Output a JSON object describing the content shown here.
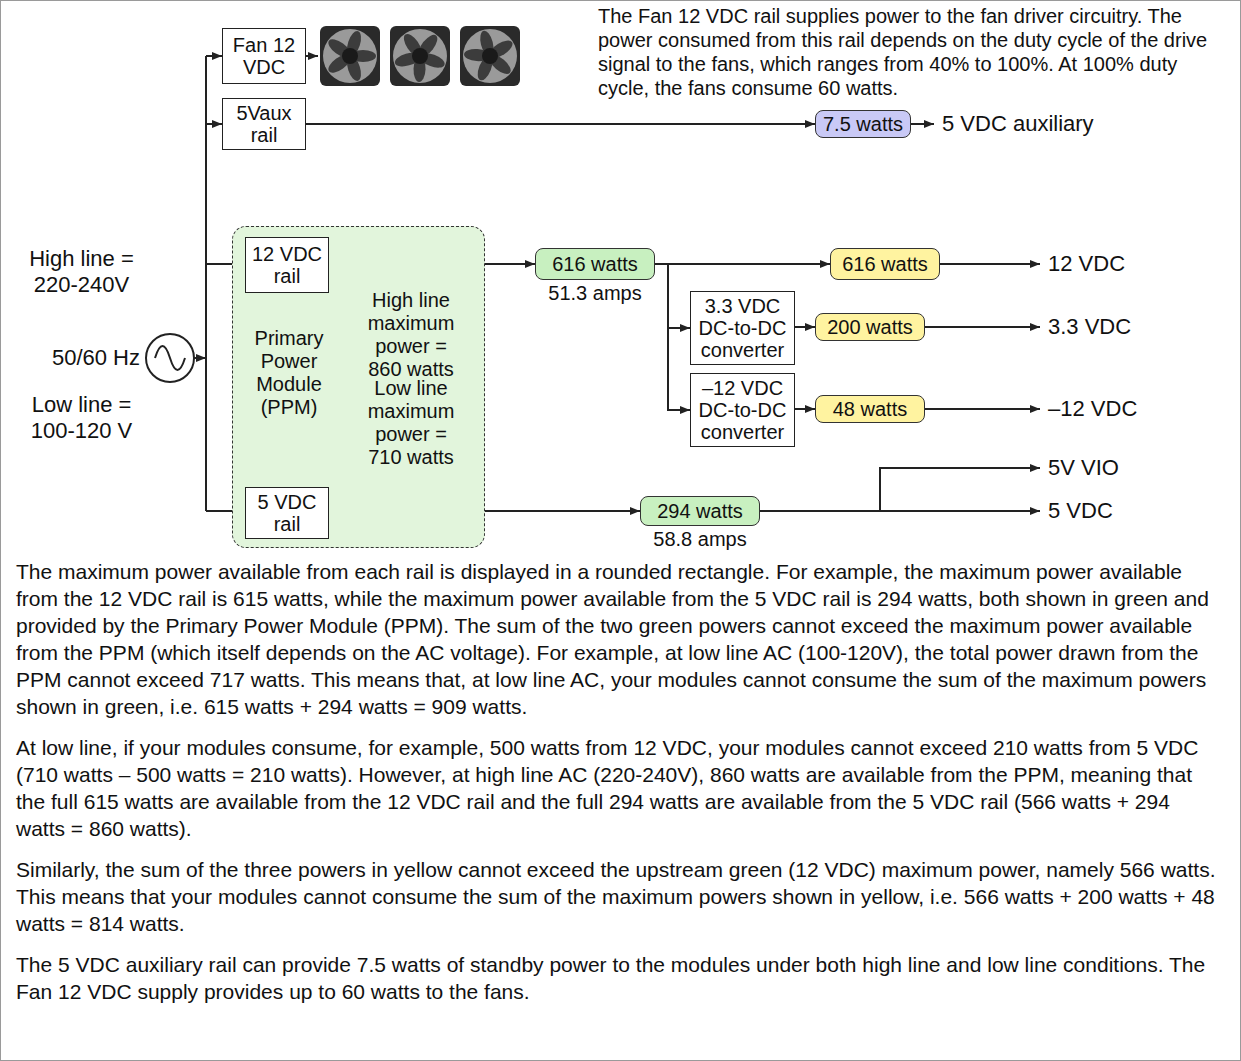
{
  "diagram": {
    "nodes": [
      {
        "text": [
          "Fan 12 VDC"
        ]
      },
      {
        "text": [
          "5Vaux rail"
        ]
      },
      {
        "text": [
          "7.5 watts"
        ]
      },
      {
        "text": [
          "Primary Power Module (PPM)",
          "High line maximum power = 860 watts",
          "Low line maximum power = 710 watts"
        ]
      },
      {
        "text": [
          "12 VDC rail"
        ],
        "in": 3
      },
      {
        "text": [
          "5 VDC rail"
        ],
        "in": 3
      },
      {
        "text": [
          "616 watts",
          "51.3 amps"
        ]
      },
      {
        "text": [
          "3.3 VDC DC-to-DC converter"
        ]
      },
      {
        "text": [
          "–12 VDC DC-to-DC converter"
        ]
      },
      {
        "text": [
          "616 watts"
        ]
      },
      {
        "text": [
          "200 watts"
        ]
      },
      {
        "text": [
          "48 watts"
        ]
      },
      {
        "text": [
          "294 watts",
          "58.8 amps"
        ]
      }
    ],
    "edges": [
      {
        "from": 1,
        "to": 2,
        "arrow": "to"
      },
      {
        "from": 4,
        "to": 6,
        "arrow": "to"
      },
      {
        "from": 6,
        "to": 9,
        "arrow": "to"
      },
      {
        "from": 6,
        "to": 7,
        "arrow": "to"
      },
      {
        "from": 6,
        "to": 8,
        "arrow": "to"
      },
      {
        "from": 7,
        "to": 10,
        "arrow": "to"
      },
      {
        "from": 8,
        "to": 11,
        "arrow": "to"
      },
      {
        "from": 5,
        "to": 12,
        "arrow": "to"
      }
    ],
    "labels": [
      "High line = 220-240V",
      "50/60 Hz",
      "Low line = 100-120 V",
      "The Fan 12 VDC rail supplies power to the fan driver circuitry. The power consumed from this rail depends on the duty cycle of the drive signal to the fans, which ranges from 40% to 100%. At 100% duty cycle, the fans consume 60 watts.",
      "5 VDC auxiliary",
      "12 VDC",
      "3.3 VDC",
      "–12 VDC",
      "5V VIO",
      "5 VDC",
      "The maximum power available from each rail is displayed in a rounded rectangle. For example, the maximum power available from the 12 VDC rail is 615 watts, while the maximum power available from the 5 VDC rail is 294 watts, both shown in green and provided by the Primary Power Module (PPM). The sum of the two green powers cannot exceed the maximum power available from the PPM (which itself depends on the AC voltage). For example, at low line AC (100-120V), the total power drawn from the PPM cannot exceed 717 watts. This means that, at low line AC, your modules cannot consume the sum of the maximum powers shown in green, i.e. 615 watts + 294 watts = 909 watts.",
      "At low line, if your modules consume, for example, 500 watts from 12 VDC, your modules cannot exceed 210 watts from 5 VDC (710 watts – 500 watts = 210 watts). However, at high line AC (220-240V), 860 watts are available from the PPM, meaning that the full 615 watts are available from the 12 VDC rail and the full 294 watts are available from the 5 VDC rail (566 watts + 294 watts = 860 watts).",
      "Similarly, the sum of the three powers in yellow cannot exceed the upstream green (12 VDC) maximum power, namely 566 watts. This means that your modules cannot consume the sum of the maximum powers shown in yellow, i.e. 566 watts + 200 watts + 48 watts = 814 watts.",
      "The 5 VDC auxiliary rail can provide 7.5 watts of standby power to the modules under both high line and low line conditions. The Fan 12 VDC supply provides up to 60 watts to the fans."
    ]
  }
}
